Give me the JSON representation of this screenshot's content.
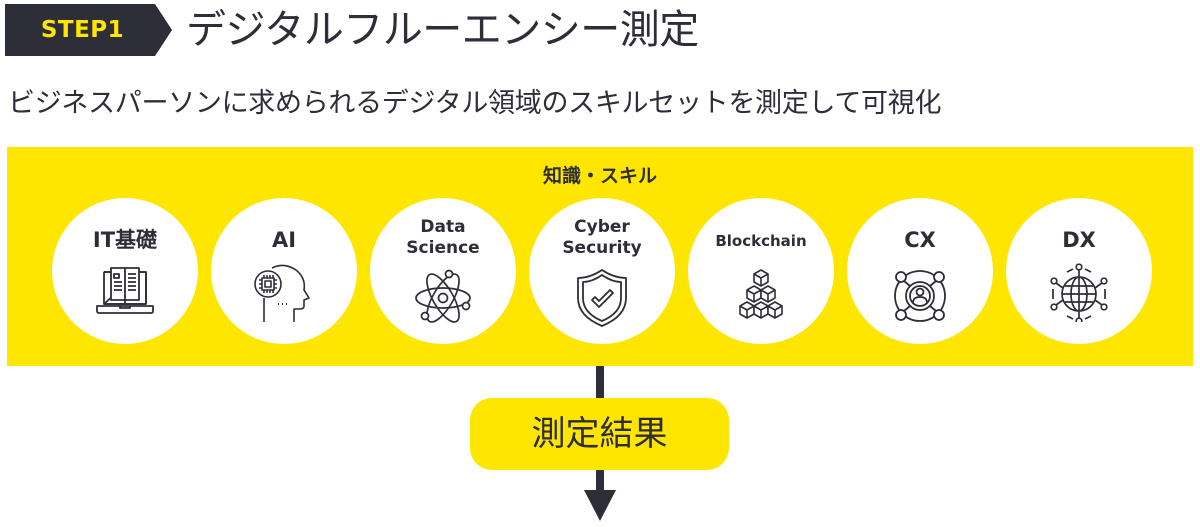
{
  "header": {
    "step_label": "STEP1",
    "title": "デジタルフルーエンシー測定",
    "subtitle": "ビジネスパーソンに求められるデジタル領域のスキルセットを測定して可視化"
  },
  "panel": {
    "title": "知識・スキル",
    "items": [
      {
        "label": "IT基礎",
        "icon": "laptop-book-icon"
      },
      {
        "label": "AI",
        "icon": "ai-head-chip-icon"
      },
      {
        "label": "Data Science",
        "line1": "Data",
        "line2": "Science",
        "icon": "atom-icon"
      },
      {
        "label": "Cyber Security",
        "line1": "Cyber",
        "line2": "Security",
        "icon": "shield-check-icon"
      },
      {
        "label": "Blockchain",
        "icon": "stacked-cubes-icon"
      },
      {
        "label": "CX",
        "icon": "customer-network-icon"
      },
      {
        "label": "DX",
        "icon": "globe-network-icon"
      }
    ]
  },
  "result": {
    "label": "測定結果"
  },
  "colors": {
    "accent_yellow": "#ffe600",
    "dark": "#2e2e38",
    "white": "#ffffff"
  }
}
